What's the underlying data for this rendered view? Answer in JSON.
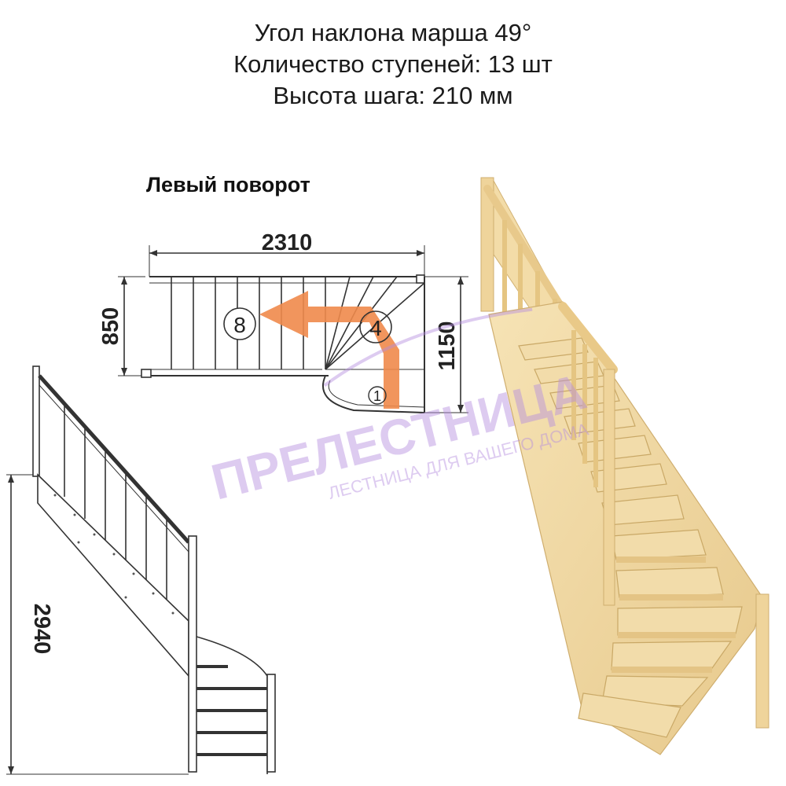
{
  "specs": {
    "angle": "Угол наклона марша 49°",
    "steps": "Количество ступеней: 13 шт",
    "step_height": "Высота шага: 210 мм"
  },
  "plan": {
    "title": "Левый поворот",
    "dim_length": "2310",
    "dim_width": "850",
    "dim_turn": "1150",
    "step_first": "1",
    "step_turn": "4",
    "step_top": "8"
  },
  "side": {
    "dim_height": "2940"
  },
  "watermark": {
    "brand": "ПРЕЛЕСТНИЦА",
    "slogan": "ЛЕСТНИЦА ДЛЯ ВАШЕГО ДОМА"
  },
  "colors": {
    "arrow": "#f08a4b",
    "watermark": "#b58de0",
    "wood": "#f1d9a3",
    "wood_dark": "#d6b676"
  }
}
